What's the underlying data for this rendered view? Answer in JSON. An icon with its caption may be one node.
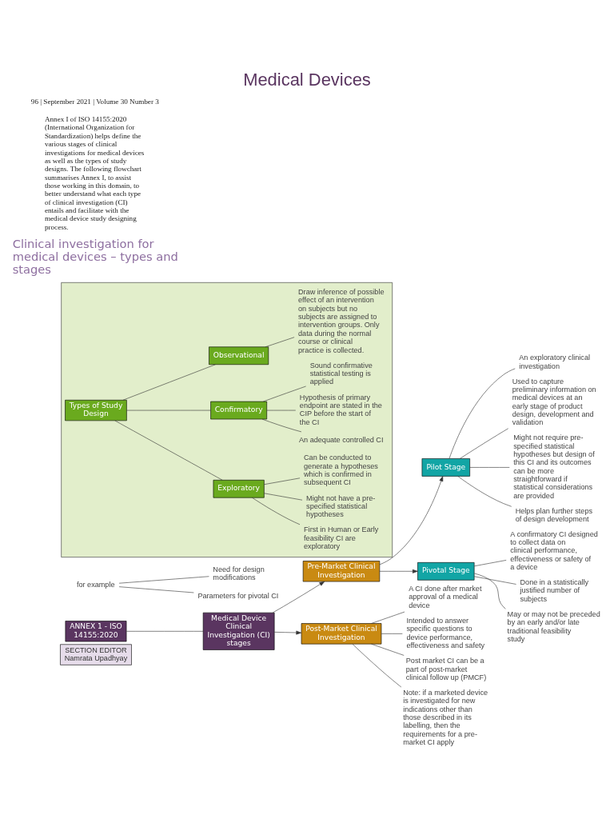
{
  "diagram": {
    "title": "Medical Devices",
    "nodes": [
      {
        "text": [
          "SECTION EDITOR",
          "Namrata Upadhyay"
        ]
      },
      {
        "text": [
          "ANNEX 1 - ISO 14155:2020"
        ]
      },
      {
        "text": [
          "Medical Device Clinical Investigation (CI) stages"
        ]
      },
      {
        "text": [
          "Pre-Market Clinical Investigation"
        ]
      },
      {
        "text": [
          "Post-Market Clinical Investigation"
        ]
      },
      {
        "text": [
          "Pilot Stage"
        ]
      },
      {
        "text": [
          "Pivotal Stage"
        ]
      },
      {
        "text": [
          "An exploratory clinical investigation"
        ]
      },
      {
        "text": [
          "Used to capture preliminary information on medical devices at an early stage of product design, development and validation"
        ]
      },
      {
        "text": [
          "Might not require pre-specified statistical hypotheses but design of this CI and its outcomes can be more straightforward if statistical considerations are provided"
        ]
      },
      {
        "text": [
          "Helps plan further steps of design development"
        ]
      },
      {
        "text": [
          "for example"
        ]
      },
      {
        "text": [
          "Need for design modifications"
        ]
      },
      {
        "text": [
          "Parameters for pivotal CI"
        ]
      },
      {
        "text": [
          "A confirmatory CI designed to collect data on clinical performance, effectiveness or safety of a device"
        ]
      },
      {
        "text": [
          "Done in a statistically justified number of subjects"
        ]
      },
      {
        "text": [
          "May or may not be preceded by an early and/or late traditional feasibility study"
        ]
      },
      {
        "text": [
          "A CI done after market approval of a medical device"
        ]
      },
      {
        "text": [
          "Intended to answer specific questions to device performance, effectiveness and safety"
        ]
      },
      {
        "text": [
          "Post market CI can be a part of post-market clinical follow up (PMCF)"
        ]
      },
      {
        "text": [
          "Note: if a marketed device is investigated for new indications other than those described in its labelling, then the requirements for a pre-market CI apply"
        ]
      },
      {
        "text": [],
        "shape": "box"
      },
      {
        "text": [
          "Types of Study Design"
        ],
        "in": 21
      },
      {
        "text": [
          "Exploratory"
        ],
        "in": 21
      },
      {
        "text": [
          "Confirmatory"
        ],
        "in": 21
      },
      {
        "text": [
          "Observational"
        ],
        "in": 21
      },
      {
        "text": [
          "First in Human or Early feasibility CI are exploratory"
        ],
        "in": 21
      },
      {
        "text": [
          "Might not have a pre-specified statistical hypotheses"
        ],
        "in": 21
      },
      {
        "text": [
          "Can be conducted to generate a hypotheses which is confirmed in subsequent CI"
        ],
        "in": 21
      },
      {
        "text": [
          "An adequate controlled CI"
        ],
        "in": 21
      },
      {
        "text": [
          "Hypothesis of primary endpoint are stated in the CIP before the start of the CI"
        ],
        "in": 21
      },
      {
        "text": [
          "Sound confirmative statistical testing is applied"
        ],
        "in": 21
      },
      {
        "text": [
          "Draw inference of possible effect of an intervention on subjects but no subjects are assigned to intervention groups. Only data during the normal course or clinical practice is collected."
        ],
        "in": 21
      }
    ],
    "edges": [
      {
        "from": 1,
        "to": 2,
        "arrow": "none"
      },
      {
        "from": 2,
        "to": 3,
        "arrow": "to"
      },
      {
        "from": 2,
        "to": 4,
        "arrow": "to"
      },
      {
        "from": 3,
        "to": 5,
        "arrow": "to"
      },
      {
        "from": 3,
        "to": 6,
        "arrow": "to"
      },
      {
        "from": 5,
        "to": 7,
        "arrow": "none"
      },
      {
        "from": 5,
        "to": 8,
        "arrow": "none"
      },
      {
        "from": 5,
        "to": 9,
        "arrow": "none"
      },
      {
        "from": 5,
        "to": 10,
        "arrow": "none"
      },
      {
        "from": 11,
        "to": 12,
        "arrow": "none"
      },
      {
        "from": 11,
        "to": 13,
        "arrow": "none"
      },
      {
        "from": 6,
        "to": 14,
        "arrow": "none"
      },
      {
        "from": 6,
        "to": 15,
        "arrow": "none"
      },
      {
        "from": 6,
        "to": 16,
        "arrow": "none"
      },
      {
        "from": 4,
        "to": 17,
        "arrow": "none"
      },
      {
        "from": 4,
        "to": 18,
        "arrow": "none"
      },
      {
        "from": 4,
        "to": 19,
        "arrow": "none"
      },
      {
        "from": 4,
        "to": 20,
        "arrow": "none"
      },
      {
        "from": 22,
        "to": 23,
        "arrow": "none"
      },
      {
        "from": 22,
        "to": 24,
        "arrow": "none"
      },
      {
        "from": 22,
        "to": 25,
        "arrow": "none"
      },
      {
        "from": 23,
        "to": 26,
        "arrow": "none"
      },
      {
        "from": 23,
        "to": 27,
        "arrow": "none"
      },
      {
        "from": 23,
        "to": 28,
        "arrow": "none"
      },
      {
        "from": 24,
        "to": 29,
        "arrow": "none"
      },
      {
        "from": 24,
        "to": 30,
        "arrow": "none"
      },
      {
        "from": 24,
        "to": 31,
        "arrow": "none"
      },
      {
        "from": 25,
        "to": 32,
        "arrow": "none"
      }
    ],
    "labels": [
      "Clinical investigation for medical devices – types and stages",
      "Annex I of ISO 14155:2020 (International Organization for Standardization) helps define the various stages of clinical investigations for medical devices as well as the types of study designs. The following flowchart summarises Annex I, to assist those working in this domain, to better understand what each type of clinical investigation (CI) entails and facilitate with the medical device study designing process.",
      "96 | September 2021 | Volume 30 Number 3"
    ]
  }
}
